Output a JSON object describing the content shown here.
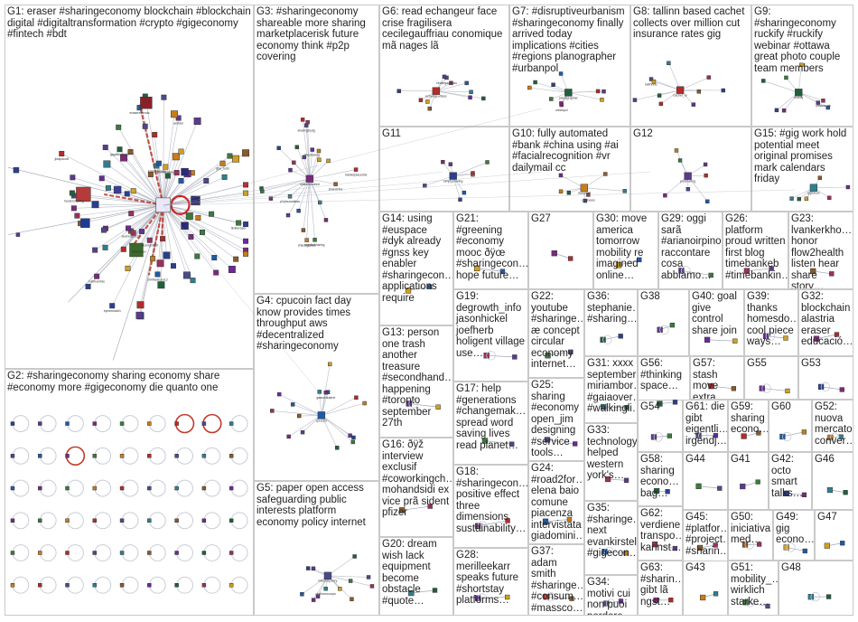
{
  "groups": [
    {
      "id": "G1",
      "label": "G1: eraser #sharingeconomy blockchain #blockchain digital #digitaltransformation #crypto #gigeconomy #fintech #bdt"
    },
    {
      "id": "G2",
      "label": "G2: #sharingeconomy sharing economy share #economy more #gigeconomy die quanto one"
    },
    {
      "id": "G3",
      "label": "G3: #sharingeconomy shareable more sharing marketplacerisk future economy think #p2p covering"
    },
    {
      "id": "G4",
      "label": "G4: cpucoin fact day know provides times throughput aws #decentralized #sharingeconomy"
    },
    {
      "id": "G5",
      "label": "G5: paper open access safeguarding public interests platform economy policy internet"
    },
    {
      "id": "G6",
      "label": "G6: read echangeur face crise fragilisera cecilegauffriau conomique mã nages lã"
    },
    {
      "id": "G7",
      "label": "G7: #disruptiveurbanism #sharingeconomy finally arrived today implications #cities #regions planographer #urbanpol"
    },
    {
      "id": "G8",
      "label": "G8: tallinn based cachet collects over million cut insurance rates gig"
    },
    {
      "id": "G9",
      "label": "G9: #sharingeconomy ruckify #ruckify webinar #ottawa great photo couple team members"
    },
    {
      "id": "G10",
      "label": "G10: fully automated #bank #china using #ai #facialrecognition #vr dailymail cc"
    },
    {
      "id": "G11",
      "label": "G11"
    },
    {
      "id": "G12",
      "label": "G12"
    },
    {
      "id": "G13",
      "label": "G13: person one trash another treasure #secondhand… happening #toronto september 27th"
    },
    {
      "id": "G14",
      "label": "G14: using #euspace #dyk already #gnss key enabler #sharingecon… applications require"
    },
    {
      "id": "G15",
      "label": "G15: #gig work hold potential meet original promises mark calendars friday"
    },
    {
      "id": "G16",
      "label": "G16: ðÿž interview exclusif #coworkingch… mohandsidi ex vice prã sident pfizer"
    },
    {
      "id": "G17",
      "label": "G17: help #generations #changemak… spread word saving lives read planet…"
    },
    {
      "id": "G18",
      "label": "G18: #sharingecon… positive effect three dimensions sustainability…"
    },
    {
      "id": "G19",
      "label": "G19: degrowth_info jasonhickel joefherb holigent village use…"
    },
    {
      "id": "G20",
      "label": "G20: dream wish lack equipment become obstacle #quote…"
    },
    {
      "id": "G21",
      "label": "G21: #greening #economy mooc ðÿœ #sharingecon… hope future…"
    },
    {
      "id": "G22",
      "label": "G22: youtube #sharinge… æ concept circular economy internet…"
    },
    {
      "id": "G23",
      "label": "G23: lvankerkho… honor flow2health listen hear share story…"
    },
    {
      "id": "G24",
      "label": "G24: #road2for… elena baio comune piacenza intervistata giadomini…"
    },
    {
      "id": "G25",
      "label": "G25: sharing #economy open_jim designing #service tools…"
    },
    {
      "id": "G26",
      "label": "G26: platform proud written first blog timebankeb #timebankin…"
    },
    {
      "id": "G27",
      "label": "G27"
    },
    {
      "id": "G28",
      "label": "G28: merilleekarr speaks future #shortstay platforms…"
    },
    {
      "id": "G29",
      "label": "G29: oggi sarã #arianoirpino raccontare cosa abbiamo…"
    },
    {
      "id": "G30",
      "label": "G30: move america tomorrow mobility re imagined online…"
    },
    {
      "id": "G31",
      "label": "G31: xxxx september miriambor… #gaiaover… #walkingli…"
    },
    {
      "id": "G32",
      "label": "G32: blockchain alastria eraser educació…"
    },
    {
      "id": "G33",
      "label": "G33: technology helped western york's…"
    },
    {
      "id": "G34",
      "label": "G34: motivi cui non puoi perdere digital…"
    },
    {
      "id": "G35",
      "label": "G35: #sharinge… next evankirstel #gigecon…"
    },
    {
      "id": "G36",
      "label": "G36: stephanie… #sharing…"
    },
    {
      "id": "G37",
      "label": "G37: adam smith #sharinge… #consum… #massco…"
    },
    {
      "id": "G38",
      "label": "G38"
    },
    {
      "id": "G39",
      "label": "G39: thanks homesdo… cool piece ways…"
    },
    {
      "id": "G40",
      "label": "G40: goal give control share join"
    },
    {
      "id": "G41",
      "label": "G41"
    },
    {
      "id": "G42",
      "label": "G42: octo smart talks…"
    },
    {
      "id": "G43",
      "label": "G43"
    },
    {
      "id": "G44",
      "label": "G44"
    },
    {
      "id": "G45",
      "label": "G45: #platfor… #project… #sharin…"
    },
    {
      "id": "G46",
      "label": "G46"
    },
    {
      "id": "G47",
      "label": "G47"
    },
    {
      "id": "G48",
      "label": "G48"
    },
    {
      "id": "G49",
      "label": "G49: gig econo…"
    },
    {
      "id": "G50",
      "label": "G50: iniciativa med…"
    },
    {
      "id": "G51",
      "label": "G51: mobility_… wirklich starke…"
    },
    {
      "id": "G52",
      "label": "G52: nuova mercato conver…"
    },
    {
      "id": "G53",
      "label": "G53"
    },
    {
      "id": "G54",
      "label": "G54"
    },
    {
      "id": "G55",
      "label": "G55"
    },
    {
      "id": "G56",
      "label": "G56: #thinking space…"
    },
    {
      "id": "G57",
      "label": "G57: stash move extra…"
    },
    {
      "id": "G58",
      "label": "G58: sharing econo… bag…"
    },
    {
      "id": "G59",
      "label": "G59: sharing econo…"
    },
    {
      "id": "G60",
      "label": "G60"
    },
    {
      "id": "G61",
      "label": "G61: die gibt eigentli… irgendj…"
    },
    {
      "id": "G62",
      "label": "G62: verdiene transpo… karinst…"
    },
    {
      "id": "G63",
      "label": "G63: #sharin… gibt lã ngst…"
    }
  ],
  "node_labels": {
    "G1": [
      "eraserebenda",
      "hestersharing",
      "jackrightbdt",
      "ruthtremble",
      "kahowlenda",
      "jeanwhalley",
      "tkniteraser",
      "andreasb123",
      "eyeswhatch",
      "gbe_bots",
      "fintechflux",
      "ambler",
      "jbtapscott",
      "gigaBlocks12",
      "shihiwaluyo12"
    ],
    "G3": [
      "sharehundred",
      "playfulsharing",
      "sharingcities",
      "marketplacerisk",
      "sharingbydg",
      "p2pfoundation",
      "sharetribe",
      "thesharing"
    ],
    "G4": [
      "cpucoin",
      "gaasindustrie"
    ],
    "G5": [
      "internetpolicy",
      "platformcoops"
    ],
    "G6": [
      "echangeurface",
      "cecilegauffriau"
    ],
    "G7": [
      "planographer",
      "urbanpol"
    ],
    "G8": [
      "cachet_io",
      "tallinnbiz"
    ],
    "G9": [
      "ruckify",
      "ottawaruck"
    ],
    "G10": [
      "dailymail",
      "cctvnews"
    ],
    "G11": [
      "simplysharing"
    ],
    "G12": [
      "justsharing"
    ],
    "G15": [
      "gigfuture"
    ],
    "G27": [
      "sharingnetwork"
    ],
    "G38": [
      "sharedmobility"
    ],
    "G40": [
      "sharetoearn"
    ]
  }
}
